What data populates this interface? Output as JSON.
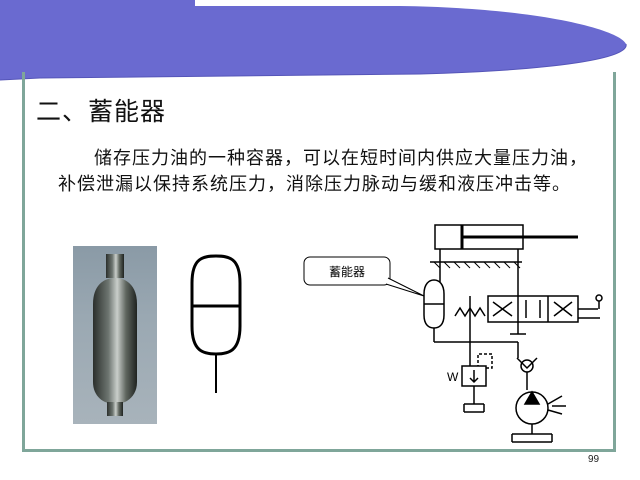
{
  "slide": {
    "title": "二、蓄能器",
    "body": "储存压力油的一种容器，可以在短时间内供应大量压力油，补偿泄漏以保持系统压力，消除压力脉动与缓和液压冲击等。",
    "page_number": "99"
  },
  "diagram": {
    "callout_label": "蓄能器",
    "valve_label": "W"
  },
  "colors": {
    "banner_fill": "#6a6ad0",
    "frame_border": "#7fa69a",
    "text": "#111111"
  }
}
